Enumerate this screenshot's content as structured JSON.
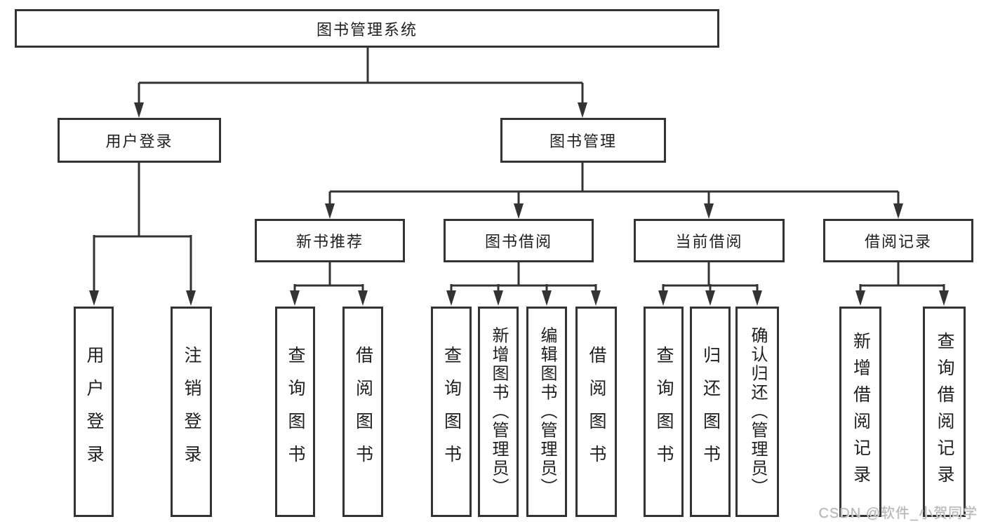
{
  "diagram": {
    "root": {
      "label": "图书管理系统",
      "children": [
        {
          "label": "用户登录",
          "children": [
            {
              "label": "用户登录"
            },
            {
              "label": "注销登录"
            }
          ]
        },
        {
          "label": "图书管理",
          "children": [
            {
              "label": "新书推荐",
              "children": [
                {
                  "label": "查询图书"
                },
                {
                  "label": "借阅图书"
                }
              ]
            },
            {
              "label": "图书借阅",
              "children": [
                {
                  "label": "查询图书"
                },
                {
                  "label": "新增图书（管理员）"
                },
                {
                  "label": "编辑图书（管理员）"
                },
                {
                  "label": "借阅图书"
                }
              ]
            },
            {
              "label": "当前借阅",
              "children": [
                {
                  "label": "查询图书"
                },
                {
                  "label": "归还图书"
                },
                {
                  "label": "确认归还（管理员）"
                }
              ]
            },
            {
              "label": "借阅记录",
              "children": [
                {
                  "label": "新增借阅记录"
                },
                {
                  "label": "查询借阅记录"
                }
              ]
            }
          ]
        }
      ]
    }
  },
  "watermark": "CSDN @软件_小贺同学",
  "colors": {
    "line": "#333333",
    "text": "#1f1f1f",
    "background": "#ffffff",
    "watermark": "#b5b5b5"
  }
}
